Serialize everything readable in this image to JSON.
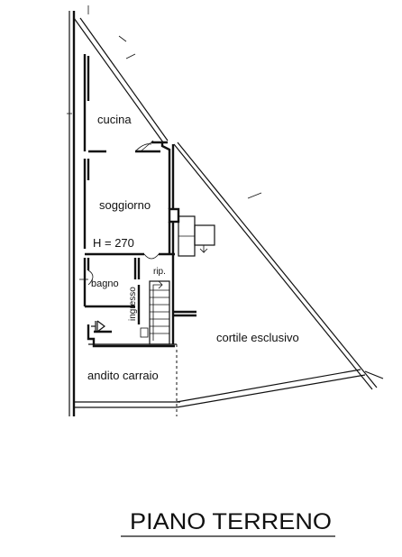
{
  "plan": {
    "rooms": {
      "cucina": "cucina",
      "soggiorno": "soggiorno",
      "height": "H = 270",
      "bagno": "bagno",
      "ingresso": "ingresso",
      "rip": "rip.",
      "cortile": "cortile esclusivo",
      "andito": "andito carraio"
    },
    "title": "PIANO TERRENO"
  }
}
